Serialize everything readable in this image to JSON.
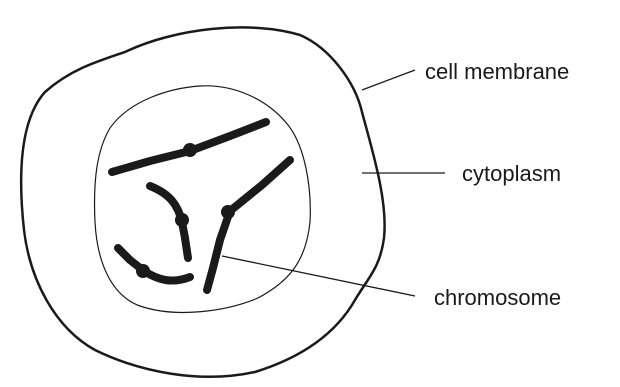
{
  "labels": {
    "cell_membrane": "cell membrane",
    "cytoplasm": "cytoplasm",
    "chromosome": "chromosome"
  },
  "colors": {
    "ink": "#1a1a1a",
    "background": "#ffffff"
  }
}
